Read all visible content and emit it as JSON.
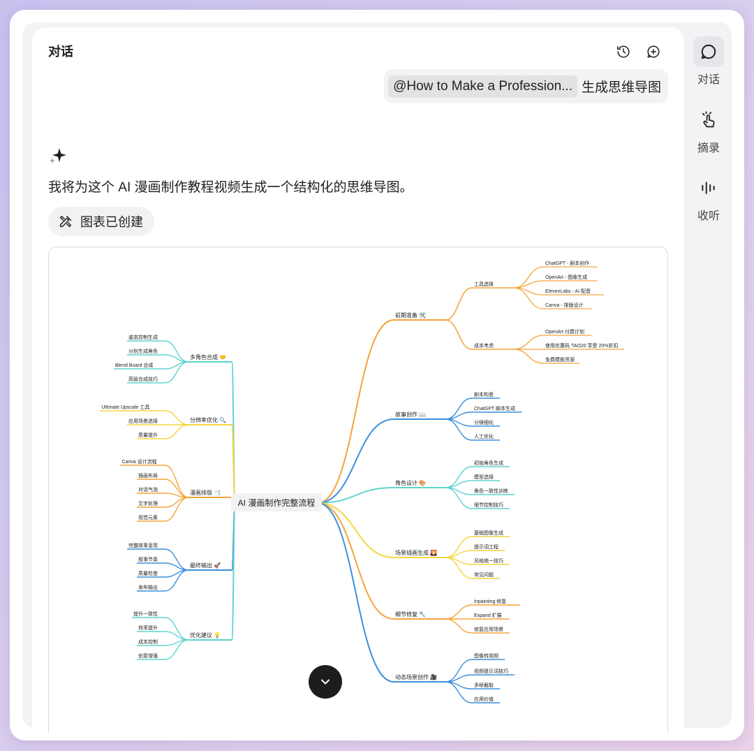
{
  "header": {
    "title": "对话"
  },
  "user_message": {
    "mention": "@How to Make a Profession...",
    "text": "生成思维导图"
  },
  "assistant": {
    "text": "我将为这个 AI 漫画制作教程视频生成一个结构化的思维导图。",
    "chip_label": "图表已创建"
  },
  "rail": [
    {
      "label": "对话",
      "icon": "chat-bubble-icon"
    },
    {
      "label": "摘录",
      "icon": "tap-hand-icon"
    },
    {
      "label": "收听",
      "icon": "audio-wave-icon"
    }
  ],
  "mindmap": {
    "root": "AI 漫画制作完整流程",
    "colors": {
      "orange": "#f5a43a",
      "blue": "#3d8fdd",
      "teal": "#5fd3cf",
      "yellow": "#f4d640"
    },
    "right": [
      {
        "label": "前期准备 🛠️",
        "color": "orange",
        "children": [
          {
            "label": "工具选择",
            "children": [
              "ChatGPT - 剧本创作",
              "OpenArt - 图像生成",
              "ElevenLabs - AI 配音",
              "Canva - 排版设计"
            ]
          },
          {
            "label": "成本考虑",
            "children": [
              "OpenArt 付费计划",
              "使用优惠码 TAO20 享受 20%折扣",
              "免费模板资源"
            ]
          }
        ]
      },
      {
        "label": "故事创作 📖",
        "color": "blue",
        "children": [
          "剧本构思",
          "ChatGPT 脚本生成",
          "分镜细化",
          "人工优化"
        ]
      },
      {
        "label": "角色设计 🎨",
        "color": "teal",
        "children": [
          "初始角色生成",
          "模型选择",
          "角色一致性训练",
          "细节控制技巧"
        ]
      },
      {
        "label": "场景插画生成 🌄",
        "color": "yellow",
        "children": [
          "基础图像生成",
          "提示词工程",
          "风格统一技巧",
          "常见问题"
        ]
      },
      {
        "label": "细节修复 🔧",
        "color": "orange",
        "children": [
          "Inpainting 修复",
          "Expand 扩展",
          "修复应用场景"
        ]
      },
      {
        "label": "动态场景创作 🎥",
        "color": "blue",
        "children": [
          "图像转视频",
          "视频提示词技巧",
          "多帧截取",
          "应用价值"
        ]
      }
    ],
    "left": [
      {
        "label": "多角色合成 🤝",
        "color": "teal",
        "children": [
          "姿态控制生成",
          "分别生成角色",
          "Blend Board 合成",
          "高级合成技巧"
        ]
      },
      {
        "label": "分辨率优化 🔍",
        "color": "yellow",
        "children": [
          "Ultimate Upscale 工具",
          "应用场景选择",
          "质量提升"
        ]
      },
      {
        "label": "漫画排版 📑",
        "color": "orange",
        "children": [
          "Canva 设计流程",
          "插画布局",
          "对话气泡",
          "文字处理",
          "视觉元素"
        ]
      },
      {
        "label": "最终输出 🚀",
        "color": "blue",
        "children": [
          "完整故事呈现",
          "叙事节奏",
          "质量检查",
          "发布输出"
        ]
      },
      {
        "label": "优化建议 💡",
        "color": "teal",
        "children": [
          "提升一致性",
          "效率提升",
          "成本控制",
          "创意增强"
        ]
      }
    ]
  }
}
